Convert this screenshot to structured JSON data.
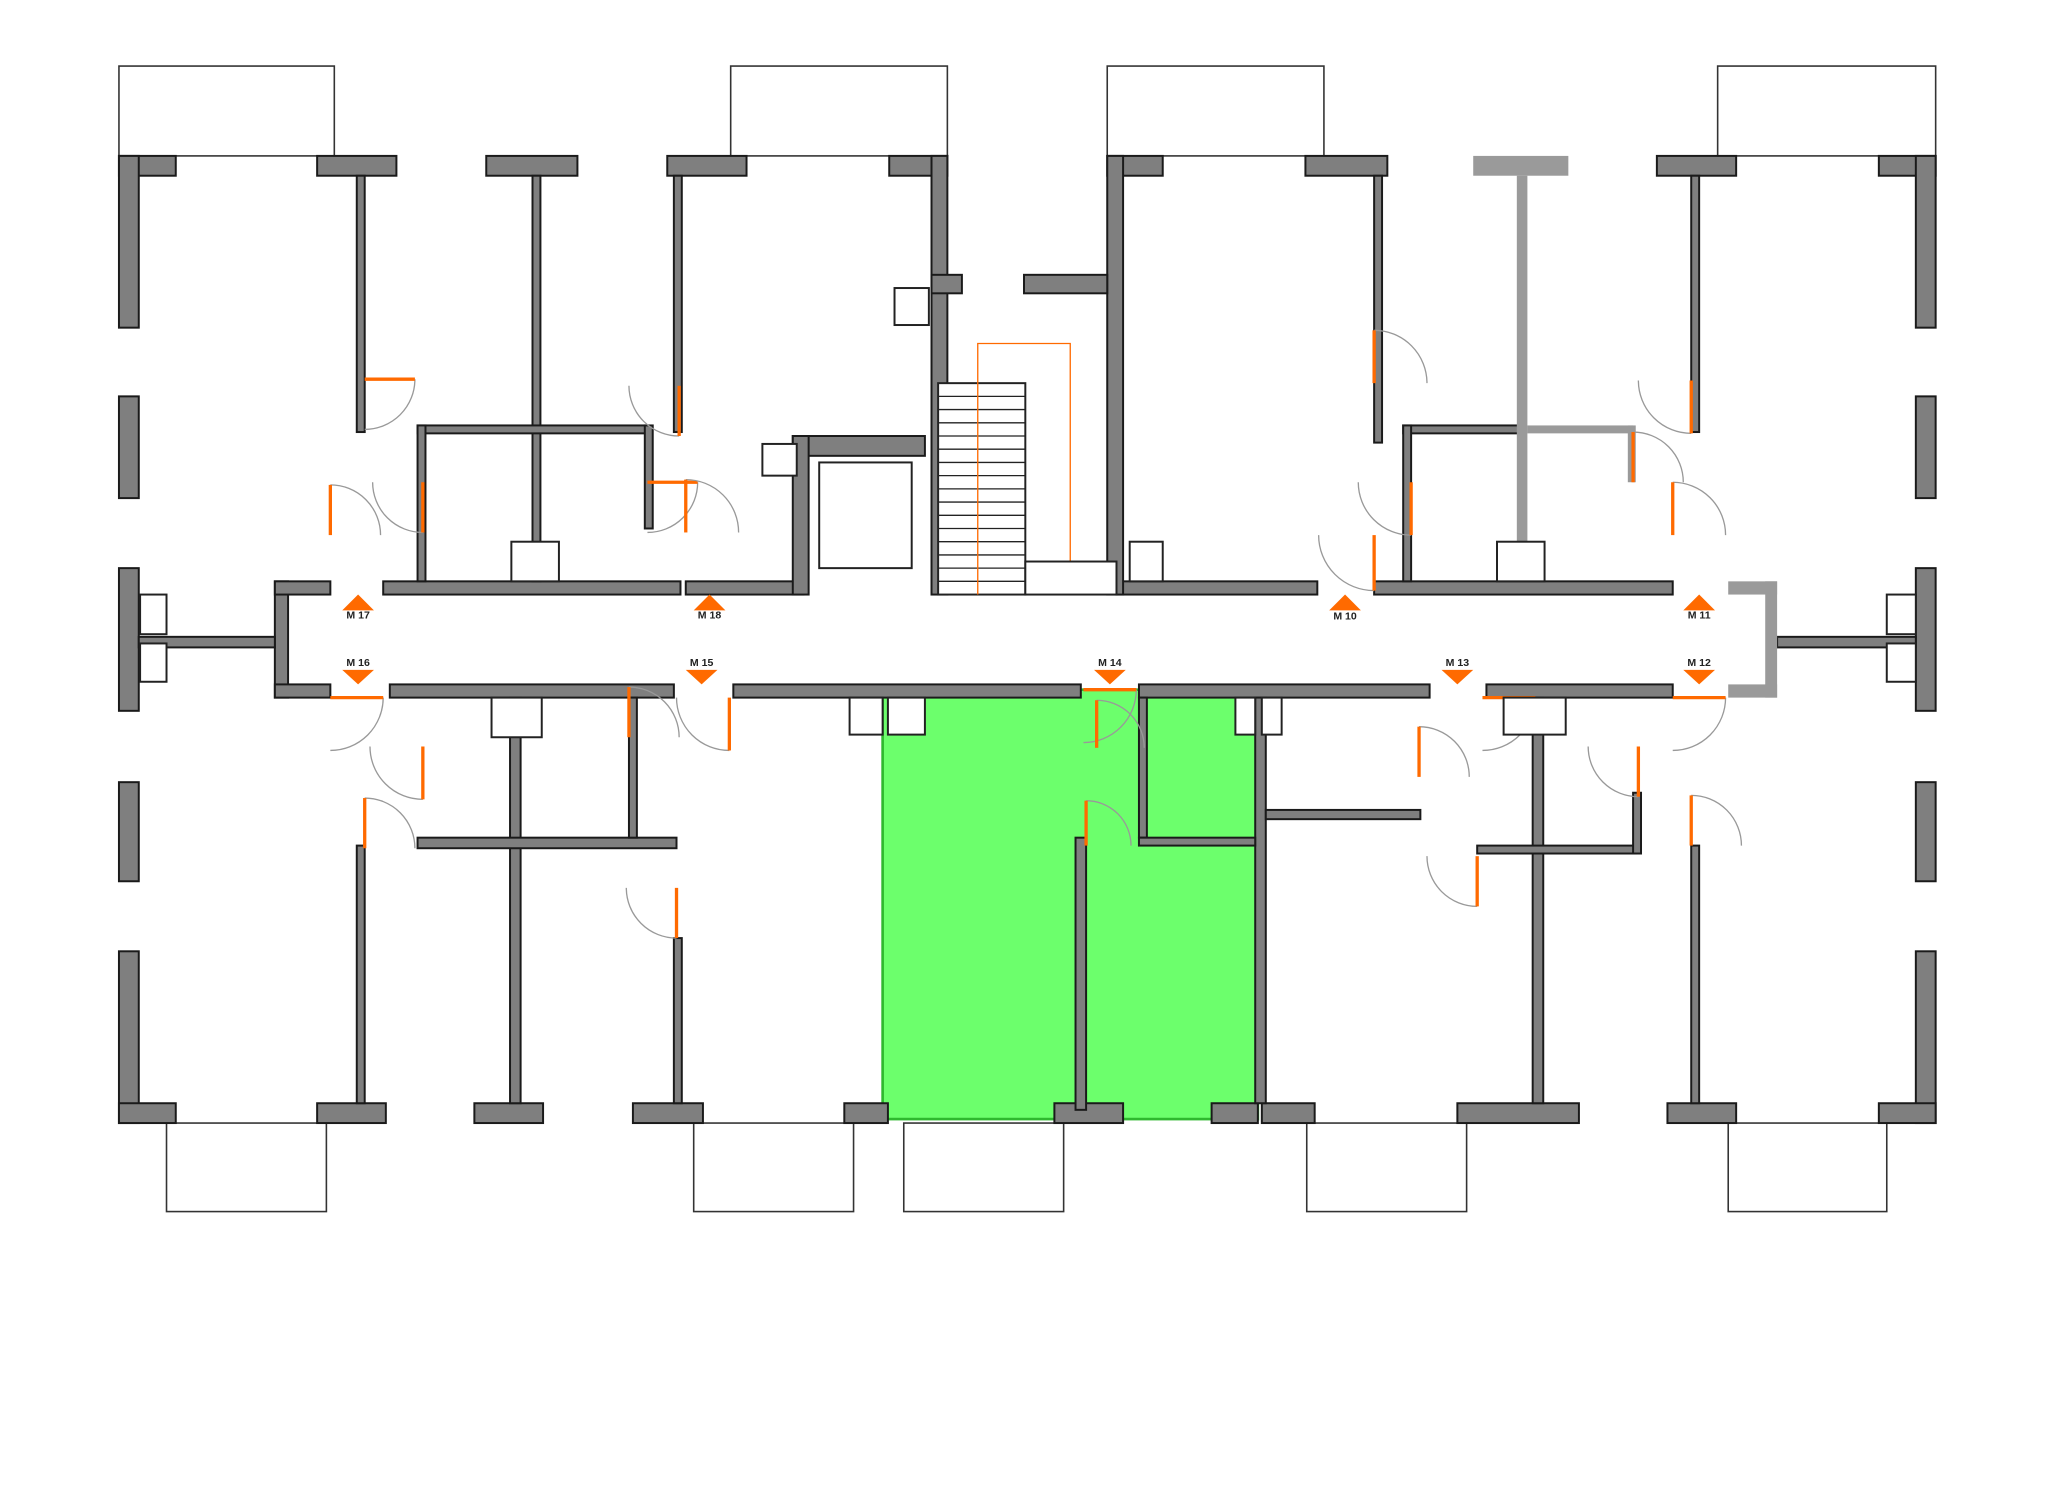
{
  "plan": {
    "units_top": [
      {
        "id": "M17",
        "label": "M 17",
        "dir": "up"
      },
      {
        "id": "M18",
        "label": "M 18",
        "dir": "up"
      },
      {
        "id": "M10",
        "label": "M 10",
        "dir": "up"
      },
      {
        "id": "M11",
        "label": "M 11",
        "dir": "up"
      }
    ],
    "units_bottom": [
      {
        "id": "M16",
        "label": "M 16",
        "dir": "down"
      },
      {
        "id": "M15",
        "label": "M 15",
        "dir": "down"
      },
      {
        "id": "M14",
        "label": "M 14",
        "dir": "down"
      },
      {
        "id": "M13",
        "label": "M 13",
        "dir": "down"
      },
      {
        "id": "M12",
        "label": "M 12",
        "dir": "down"
      }
    ],
    "selected_unit": "M 14",
    "colors": {
      "selected": "#5cff5c",
      "wall": "#7f7f7f",
      "door": "#ff6a00"
    }
  }
}
